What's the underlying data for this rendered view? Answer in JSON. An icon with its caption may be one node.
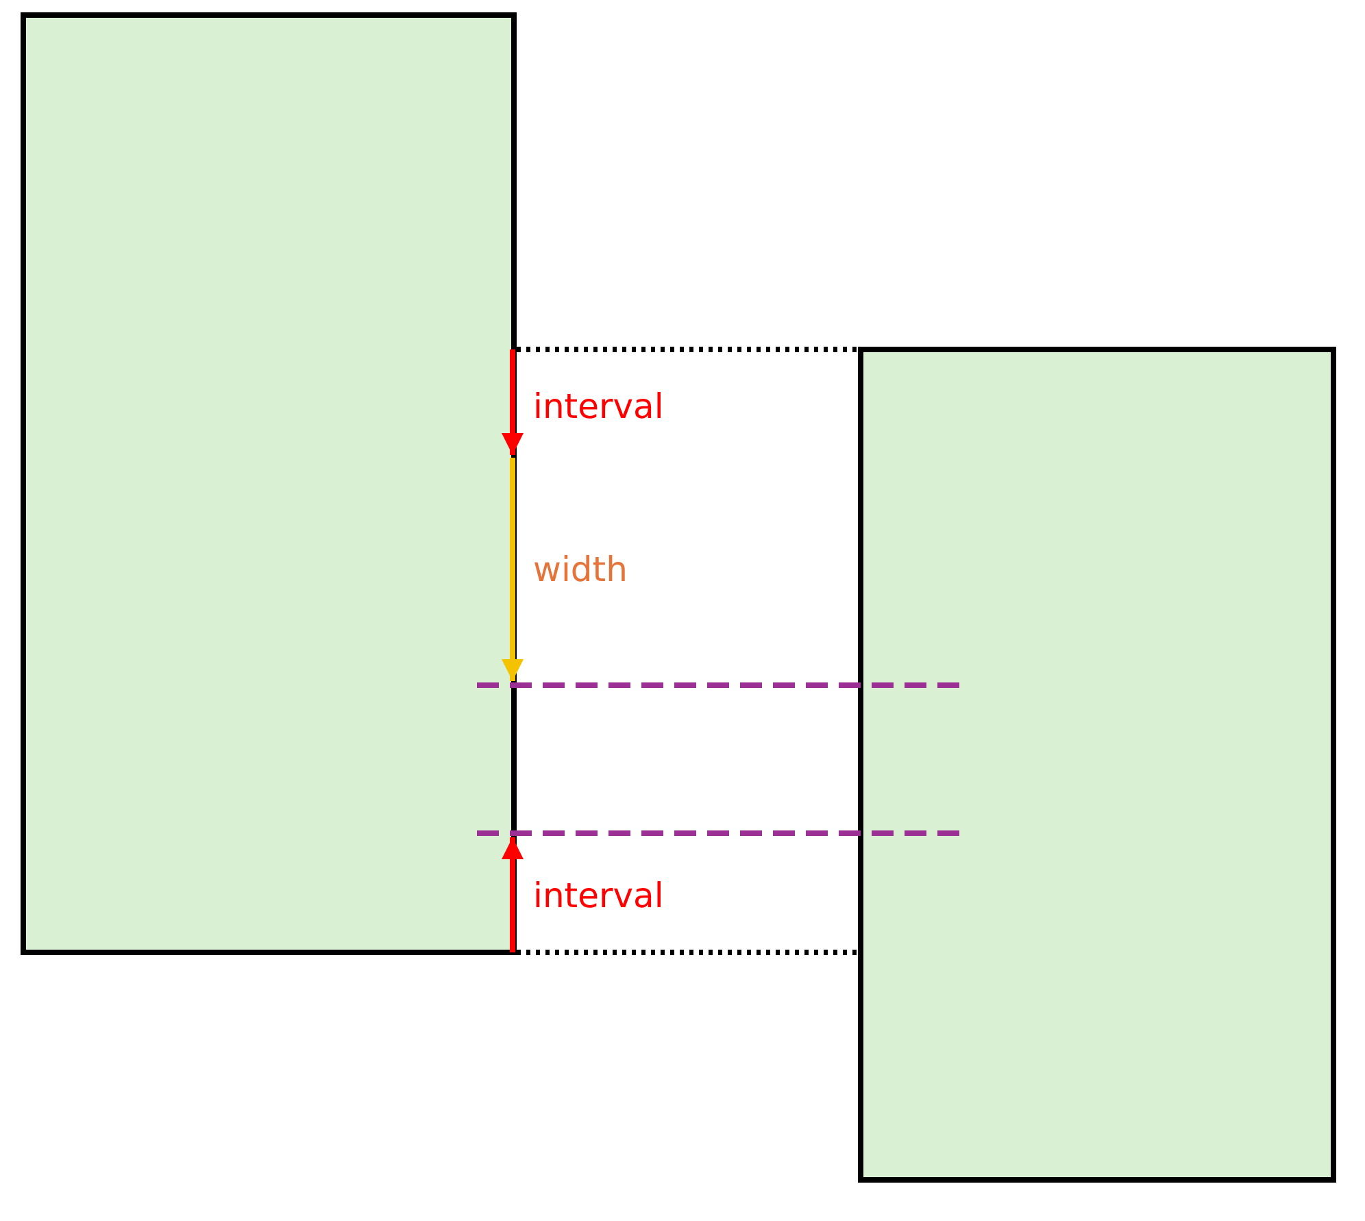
{
  "diagram": {
    "nodes": [
      {
        "text": [],
        "shape": "box"
      },
      {
        "text": [],
        "shape": "box"
      }
    ],
    "labels": [
      "interval",
      "width",
      "interval"
    ]
  }
}
